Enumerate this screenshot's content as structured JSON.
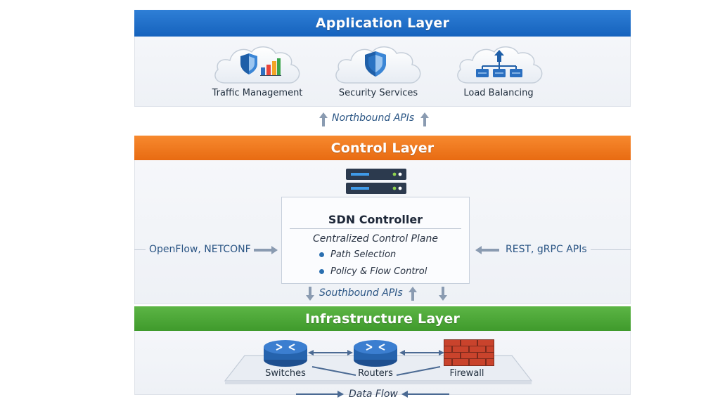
{
  "layers": {
    "application": {
      "title": "Application Layer",
      "services": [
        "Traffic Management",
        "Security Services",
        "Load Balancing"
      ]
    },
    "control": {
      "title": "Control Layer",
      "controller": {
        "title": "SDN Controller",
        "subtitle": "Centralized Control Plane",
        "items": [
          "Path Selection",
          "Policy & Flow Control"
        ]
      }
    },
    "infrastructure": {
      "title": "Infrastructure Layer",
      "devices": [
        "Switches",
        "Routers",
        "Firewall"
      ]
    }
  },
  "apis": {
    "northbound": "Northbound APIs",
    "southbound": "Southbound APIs",
    "left": "OpenFlow, NETCONF",
    "right": "REST, gRPC APIs",
    "data_flow": "Data Flow"
  },
  "colors": {
    "application": "#1a6bc6",
    "control": "#f07a1e",
    "infrastructure": "#4ea83a",
    "accent_text": "#2a5584",
    "arrow": "#8a9bb1"
  },
  "icons": [
    "cloud-icon",
    "shield-icon",
    "bar-chart-icon",
    "network-tree-icon",
    "server-rack-icon",
    "router-icon",
    "firewall-brick-icon"
  ]
}
